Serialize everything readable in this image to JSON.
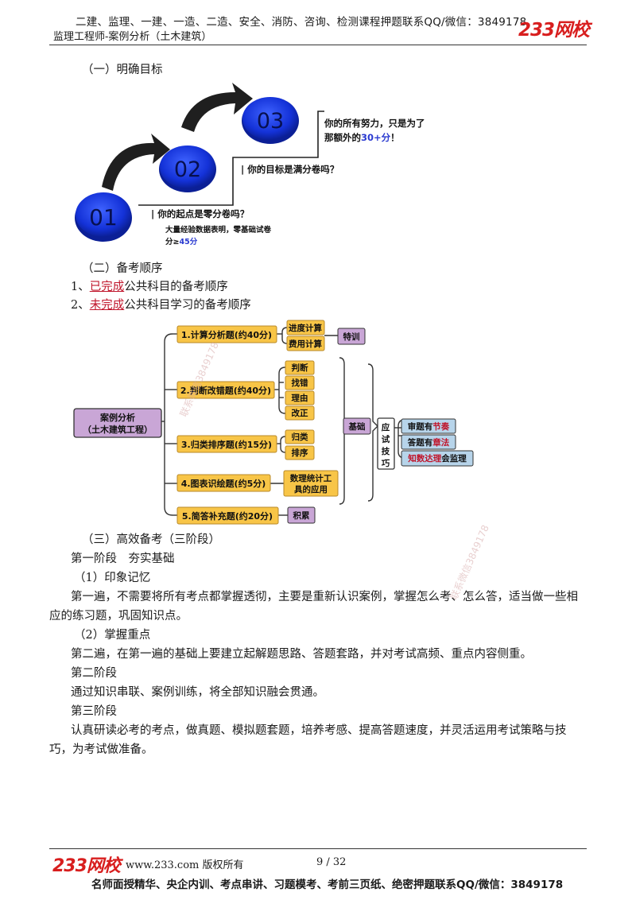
{
  "header": {
    "promo": "二建、监理、一建、一造、二造、安全、消防、咨询、检测课程押题联系QQ/微信：3849178",
    "subtitle": "监理工程师-案例分析（土木建筑）",
    "logo": "233网校"
  },
  "section1": {
    "heading": "（一）明确目标",
    "steps": [
      {
        "num": "01",
        "text": "你的起点是零分卷吗？"
      },
      {
        "num": "02",
        "text": "你的目标是满分卷吗？"
      },
      {
        "num": "03",
        "text_line1": "你的所有努力，只是为了",
        "text_line2_pre": "那额外的",
        "highlight": "30+分",
        "text_line2_post": "！"
      }
    ],
    "note_line1": "大量经验数据表明，零基础试卷",
    "note_line2_pre": "分≥",
    "note_highlight": "45分"
  },
  "section2": {
    "heading": "（二）备考顺序",
    "item1_pre": "1、",
    "item1_em": "已完成",
    "item1_post": "公共科目的备考顺序",
    "item2_pre": "2、",
    "item2_em": "未完成",
    "item2_post": "公共科目学习的备考顺序"
  },
  "mindmap": {
    "root_line1": "案例分析",
    "root_line2": "（土木建筑工程）",
    "branches": [
      {
        "label": "1.计算分析题(约40分)",
        "leaves": [
          "进度计算",
          "费用计算"
        ],
        "tag": "特训"
      },
      {
        "label": "2.判断改错题(约40分)",
        "leaves": [
          "判断",
          "找错",
          "理由",
          "改正"
        ]
      },
      {
        "label": "3.归类排序题(约15分)",
        "leaves": [
          "归类",
          "排序"
        ]
      },
      {
        "label": "4.图表识绘题(约5分)",
        "leaf_line1": "数理统计工",
        "leaf_line2": "具的应用"
      },
      {
        "label": "5.简答补充题(约20分)",
        "tag": "积累"
      }
    ],
    "base": "基础",
    "skill_chars": [
      "应",
      "试",
      "技",
      "巧"
    ],
    "tips": [
      {
        "pre": "审题有",
        "hl": "节奏",
        "post": ""
      },
      {
        "pre": "答题有",
        "hl": "章法",
        "post": ""
      },
      {
        "pre": "",
        "hl": "知数达理",
        "post": "会监理"
      }
    ]
  },
  "section3": {
    "heading": "（三）高效备考（三阶段）",
    "stage1": "第一阶段　夯实基础",
    "sub1": "（1）印象记忆",
    "para1": "第一遍，不需要将所有考点都掌握透彻，主要是重新认识案例，掌握怎么考、怎么答，适当做一些相应的练习题，巩固知识点。",
    "sub2": "（2）掌握重点",
    "para2": "第二遍，在第一遍的基础上要建立起解题思路、答题套路，并对考试高频、重点内容侧重。",
    "stage2": "第二阶段",
    "para3": "通过知识串联、案例训练，将全部知识融会贯通。",
    "stage3": "第三阶段",
    "para4": "认真研读必考的考点，做真题、模拟题套题，培养考感、提高答题速度，并灵活运用考试策略与技巧，为考试做准备。"
  },
  "watermark": "联系微信3849178",
  "footer": {
    "logo": "233网校",
    "copyright": "www.233.com 版权所有",
    "page": "9 / 32",
    "promo": "名师面授精华、央企内训、考点串讲、习题模考、考前三页纸、绝密押题联系QQ/微信：3849178"
  },
  "colors": {
    "accent_red": "#c0152b",
    "disc_blue": "#1a3fe6",
    "box_gold": "#f8c547",
    "box_purple": "#c9a6d6",
    "box_blue": "#b7d4ea"
  }
}
